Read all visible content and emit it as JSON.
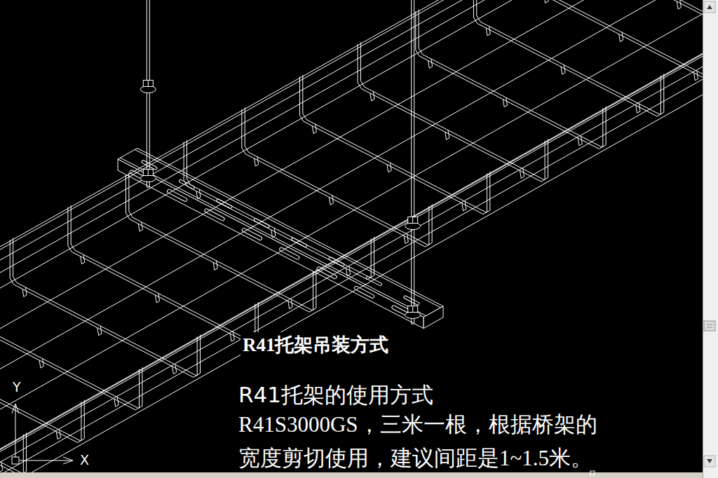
{
  "diagram": {
    "title": "R41托架吊装方式",
    "labels": [
      "R41托架的使用方式",
      "R41S3000GS，三米一根，根据桥架的 宽度剪切使用，建议间距是1~1.5米。",
      "Y",
      "X"
    ]
  }
}
